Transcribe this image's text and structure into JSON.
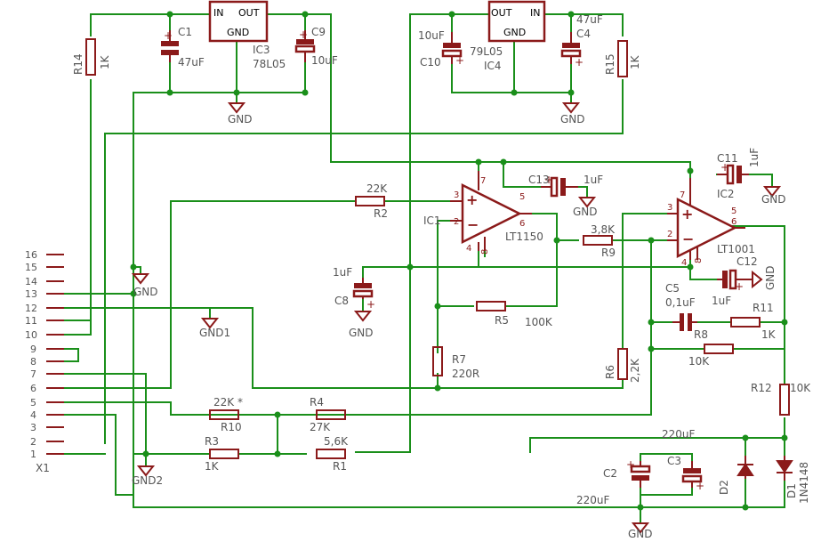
{
  "components": {
    "ic3": {
      "name": "IC3",
      "value": "78L05",
      "pin_in": "IN",
      "pin_out": "OUT",
      "pin_gnd": "GND"
    },
    "ic4": {
      "name": "IC4",
      "value": "79L05",
      "pin_in": "IN",
      "pin_out": "OUT",
      "pin_gnd": "GND"
    },
    "ic1": {
      "name": "IC1",
      "value": "LT1150"
    },
    "ic2": {
      "name": "IC2",
      "value": "LT1001"
    },
    "r1": {
      "name": "R1",
      "value": "5,6K"
    },
    "r2": {
      "name": "R2",
      "value": "22K"
    },
    "r3": {
      "name": "R3",
      "value": "1K"
    },
    "r4": {
      "name": "R4",
      "value": "27K"
    },
    "r5": {
      "name": "R5",
      "value": "100K"
    },
    "r6": {
      "name": "R6",
      "value": "2,2K"
    },
    "r7": {
      "name": "R7",
      "value": "220R"
    },
    "r8": {
      "name": "R8",
      "value": "10K"
    },
    "r9": {
      "name": "R9",
      "value": "3,8K"
    },
    "r10": {
      "name": "R10",
      "value": "22K *"
    },
    "r11": {
      "name": "R11",
      "value": "1K"
    },
    "r12": {
      "name": "R12",
      "value": "10K"
    },
    "r14": {
      "name": "R14",
      "value": "1K"
    },
    "r15": {
      "name": "R15",
      "value": "1K"
    },
    "c1": {
      "name": "C1",
      "value": "47uF"
    },
    "c2": {
      "name": "C2",
      "value": "220uF"
    },
    "c3": {
      "name": "C3",
      "value": "220uF"
    },
    "c4": {
      "name": "C4",
      "value": "47uF"
    },
    "c5": {
      "name": "C5",
      "value": "0,1uF"
    },
    "c8": {
      "name": "C8",
      "value": "1uF"
    },
    "c9": {
      "name": "C9",
      "value": "10uF"
    },
    "c10": {
      "name": "C10",
      "value": "10uF"
    },
    "c11": {
      "name": "C11",
      "value": "1uF"
    },
    "c12": {
      "name": "C12",
      "value": "1uF"
    },
    "c13": {
      "name": "C13",
      "value": "1uF"
    },
    "d1": {
      "name": "D1",
      "value": "1N4148"
    },
    "d2": {
      "name": "D2"
    }
  },
  "nets": {
    "gnd": "GND",
    "gnd1": "GND1",
    "gnd2": "GND2"
  },
  "connector": {
    "name": "X1",
    "pins": [
      "16",
      "15",
      "14",
      "13",
      "12",
      "11",
      "10",
      "9",
      "8",
      "7",
      "6",
      "5",
      "4",
      "3",
      "2",
      "1"
    ]
  },
  "colors": {
    "wire": "#1a8f1a",
    "component": "#8b1a1a",
    "label": "#555555"
  }
}
